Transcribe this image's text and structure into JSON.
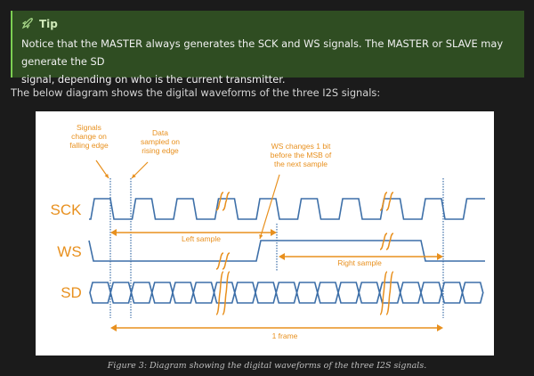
{
  "tip": {
    "icon": "rocket-icon",
    "title": "Tip",
    "lines": [
      "Notice that the MASTER always generates the SCK and WS signals. The MASTER or SLAVE may generate the SD",
      "signal, depending on who is the current transmitter."
    ]
  },
  "intro": "The below diagram shows the digital waveforms of the three I2S signals:",
  "diagram": {
    "signals": {
      "sck": "SCK",
      "ws": "WS",
      "sd": "SD"
    },
    "annotations": {
      "falling": [
        "Signals",
        "change on",
        "falling edge"
      ],
      "rising": [
        "Data",
        "sampled on",
        "rising edge"
      ],
      "ws_change": [
        "WS changes 1 bit",
        "before the MSB of",
        "the next sample"
      ]
    },
    "left_sample": "Left sample",
    "right_sample": "Right sample",
    "frame": "1 frame",
    "colors": {
      "wave": "#3d6fa8",
      "accent": "#e8901e"
    }
  },
  "caption": "Figure 3: Diagram showing the digital waveforms of the three I2S signals."
}
